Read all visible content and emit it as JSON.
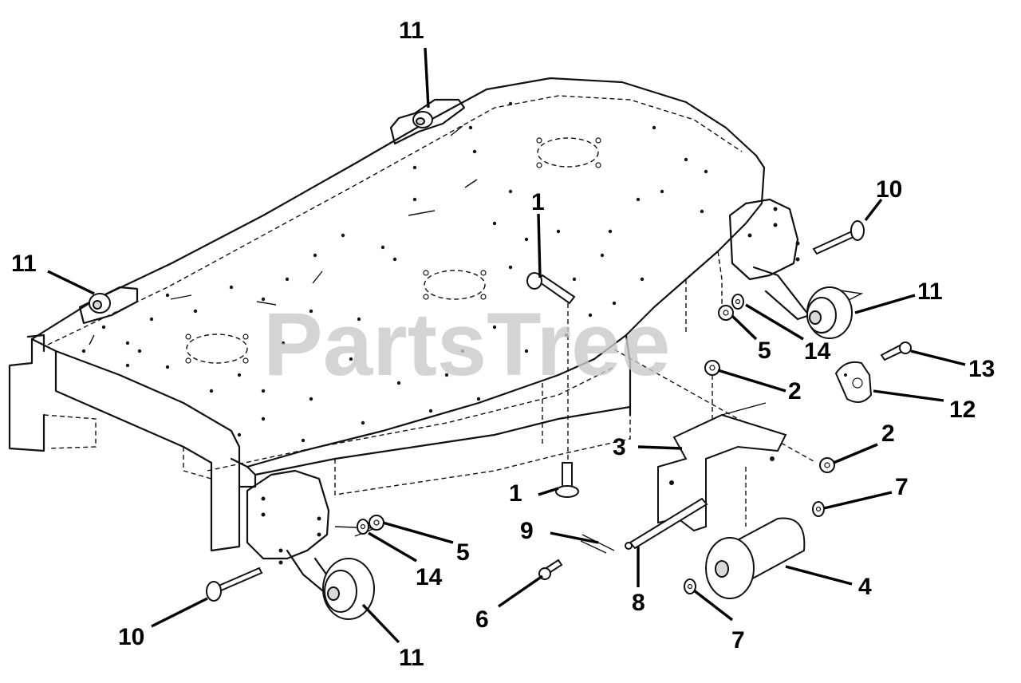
{
  "watermark": "PartsTree",
  "callouts": {
    "top_wheel_label": "11",
    "left_wheel_label": "11",
    "right_wheel_label": "11",
    "bottom_wheel_label": "11",
    "right_bolt_label": "10",
    "bottom_bolt_label": "10",
    "top_carriage_bolt_label": "1",
    "lower_carriage_bolt_label": "1",
    "right_nut_label": "5",
    "bottom_nut_label": "5",
    "right_washer_label": "14",
    "bottom_washer_label": "14",
    "screw_13_label": "13",
    "bracket_12_label": "12",
    "upper_locknut_label": "2",
    "lower_locknut_label": "2",
    "bracket_3_label": "3",
    "roller_washer_right_label": "7",
    "roller_washer_left_label": "7",
    "roller_label": "4",
    "pin_9_label": "9",
    "axle_8_label": "8",
    "screw_6_label": "6"
  },
  "icons": {
    "deck_shell": "mower-deck",
    "gauge_wheel": "gauge-wheel",
    "anti_scalp_roller": "roller"
  },
  "colors": {
    "line": "#111111",
    "label": "#000000",
    "watermark": "#c9c9c9",
    "background": "#ffffff"
  }
}
